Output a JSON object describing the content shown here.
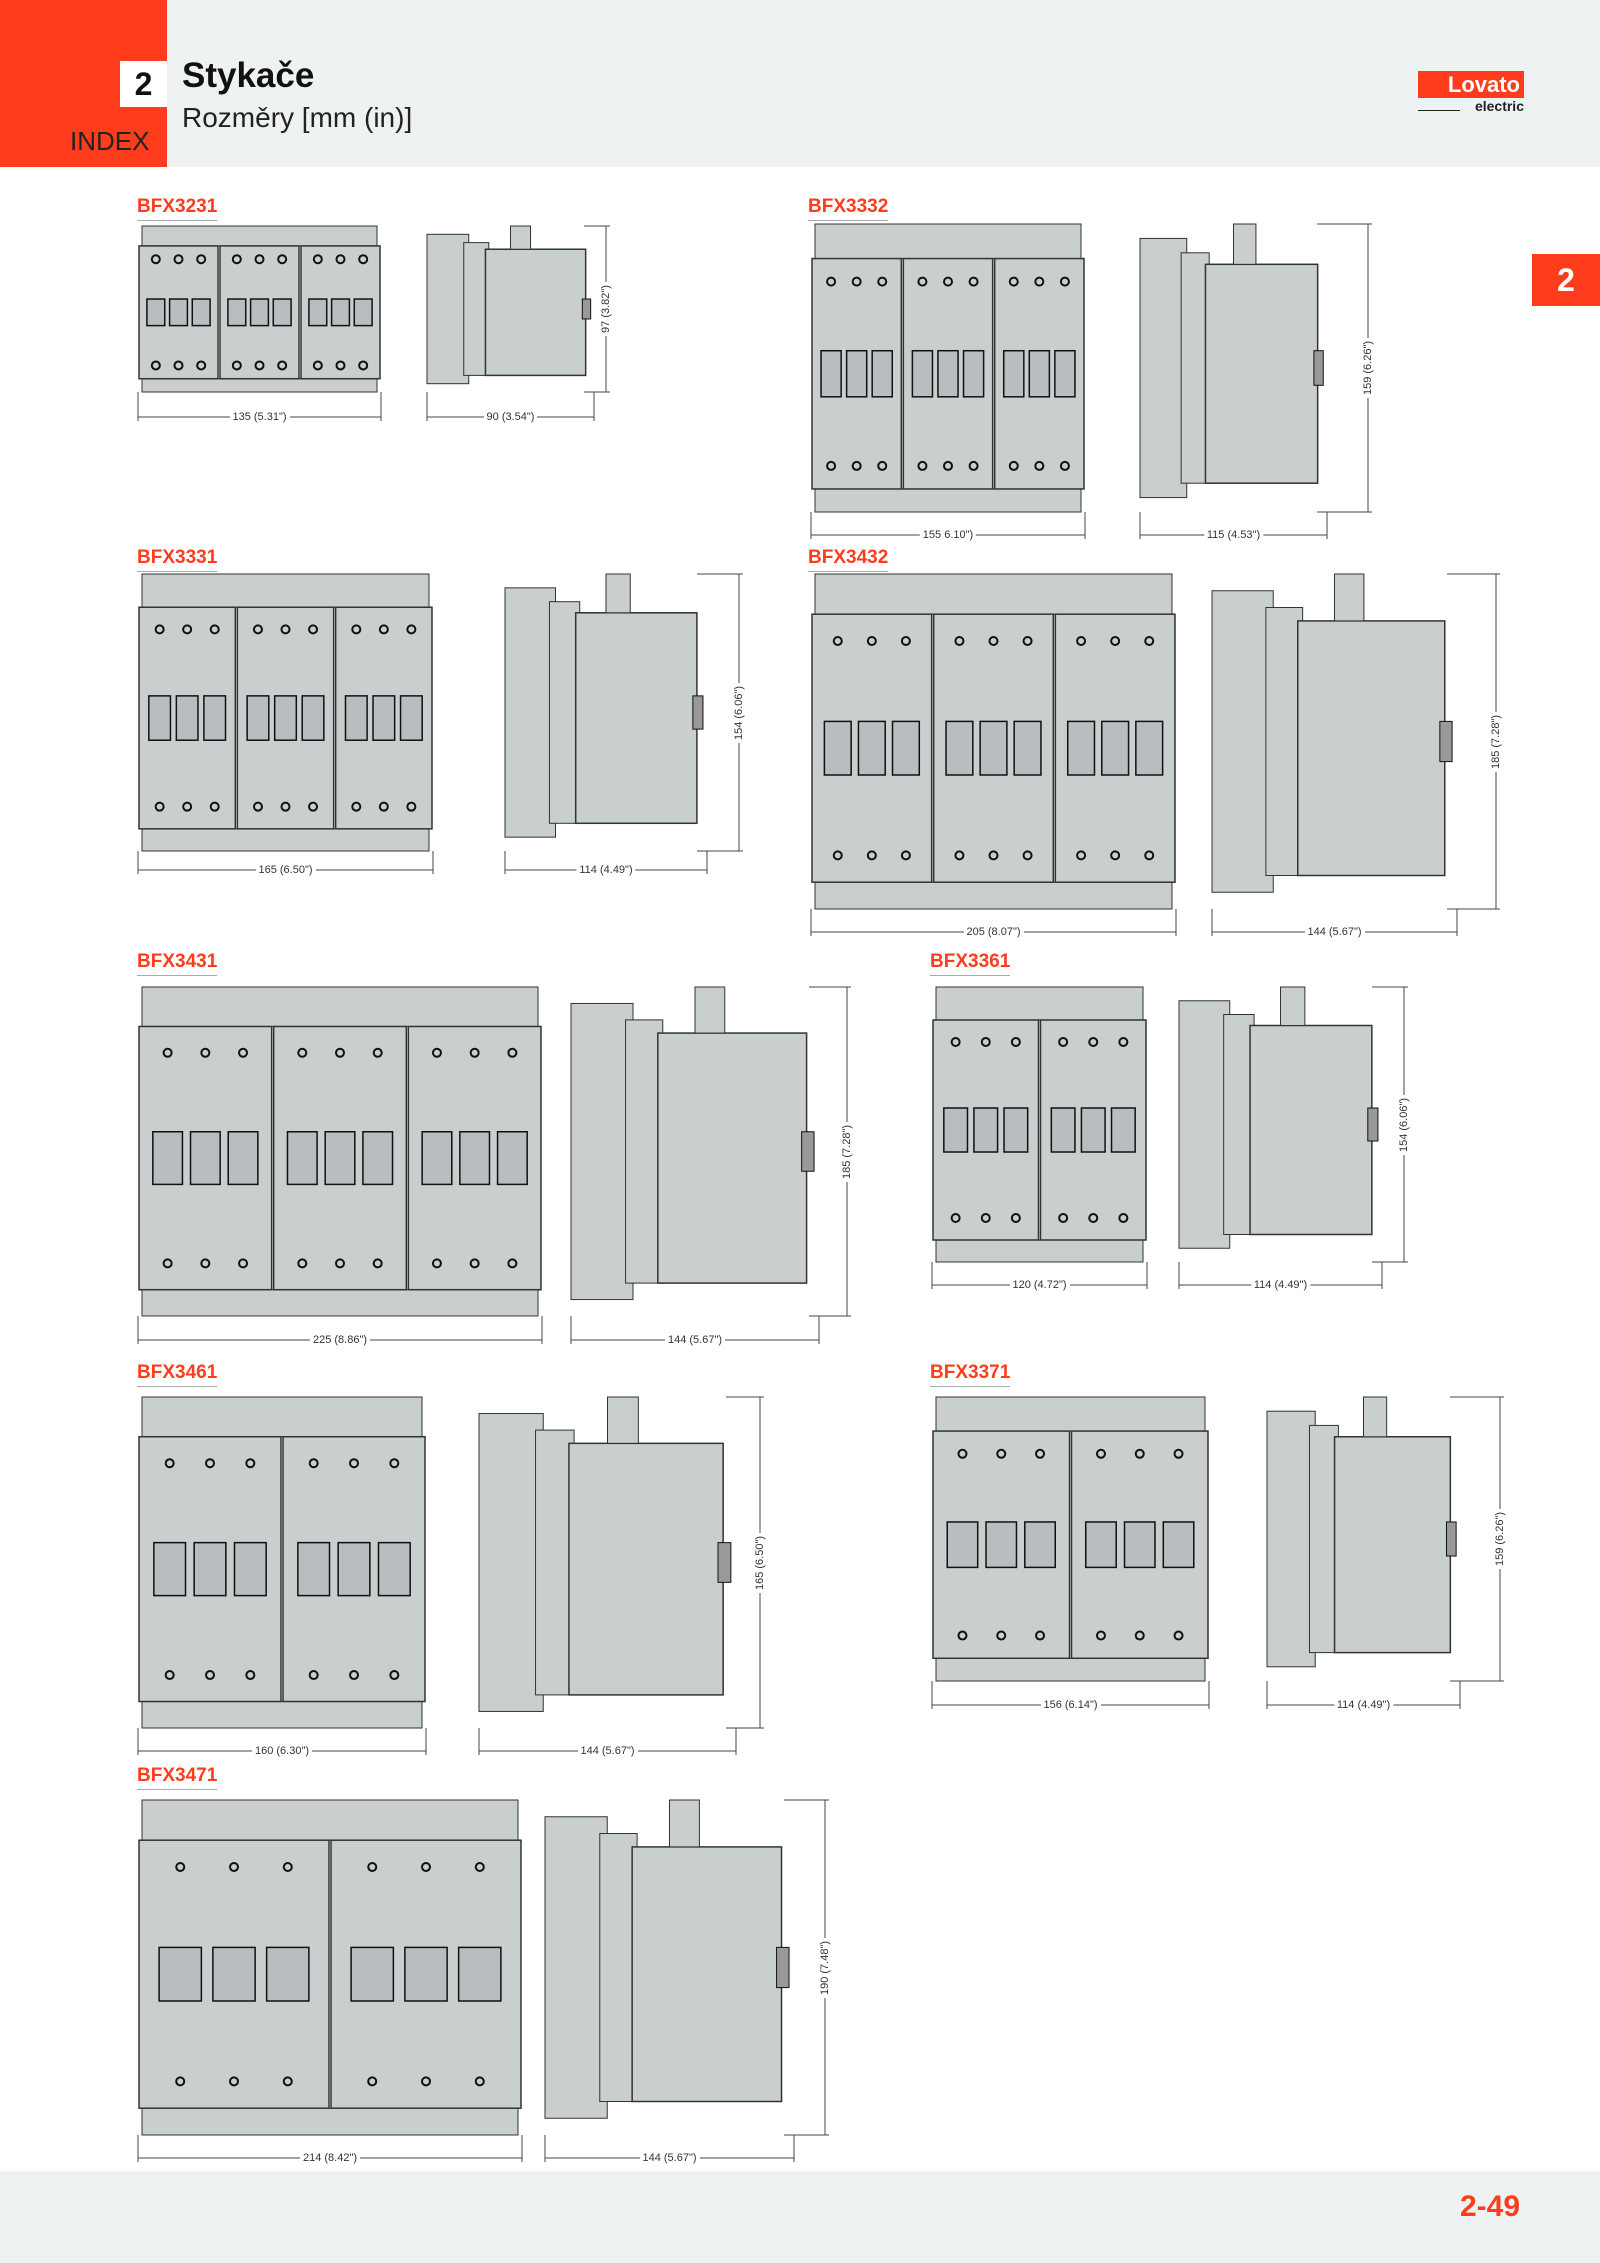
{
  "header": {
    "chapter_number": "2",
    "index_label": "INDEX",
    "title": "Stykače",
    "subtitle": "Rozměry [mm (in)]",
    "logo": {
      "brand": "Lovato",
      "sub": "electric"
    }
  },
  "side_tab": "2",
  "page_number": "2-49",
  "colors": {
    "accent": "#ff3d1c",
    "header_bg": "#eff2f3",
    "part_fill": "#c9cecf",
    "part_stroke": "#333333"
  },
  "products": [
    {
      "code": "BFX3231",
      "width": "135 (5.31\")",
      "depth": "90 (3.54\")",
      "height": "97 (3.82\")"
    },
    {
      "code": "BFX3332",
      "width": "155 6.10\")",
      "depth": "115 (4.53\")",
      "height": "159 (6.26\")"
    },
    {
      "code": "BFX3331",
      "width": "165 (6.50\")",
      "depth": "114 (4.49\")",
      "height": "154 (6.06\")"
    },
    {
      "code": "BFX3432",
      "width": "205 (8.07\")",
      "depth": "144 (5.67\")",
      "height": "185 (7.28\")"
    },
    {
      "code": "BFX3431",
      "width": "225 (8.86\")",
      "depth": "144 (5.67\")",
      "height": "185 (7.28\")"
    },
    {
      "code": "BFX3361",
      "width": "120 (4.72\")",
      "depth": "114 (4.49\")",
      "height": "154 (6.06\")"
    },
    {
      "code": "BFX3461",
      "width": "160 (6.30\")",
      "depth": "144 (5.67\")",
      "height": "165 (6.50\")"
    },
    {
      "code": "BFX3371",
      "width": "156 (6.14\")",
      "depth": "114 (4.49\")",
      "height": "159 (6.26\")"
    },
    {
      "code": "BFX3471",
      "width": "214 (8.42\")",
      "depth": "144 (5.67\")",
      "height": "190 (7.48\")"
    }
  ]
}
